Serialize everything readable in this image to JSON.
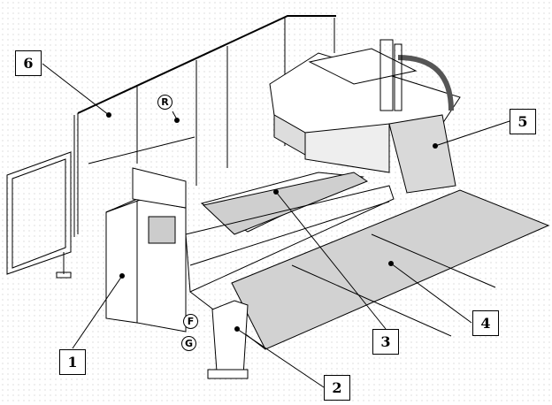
{
  "callouts": [
    "1",
    "2",
    "3",
    "4",
    "5",
    "6"
  ],
  "letters": {
    "r": "R",
    "f": "F",
    "g": "G"
  }
}
